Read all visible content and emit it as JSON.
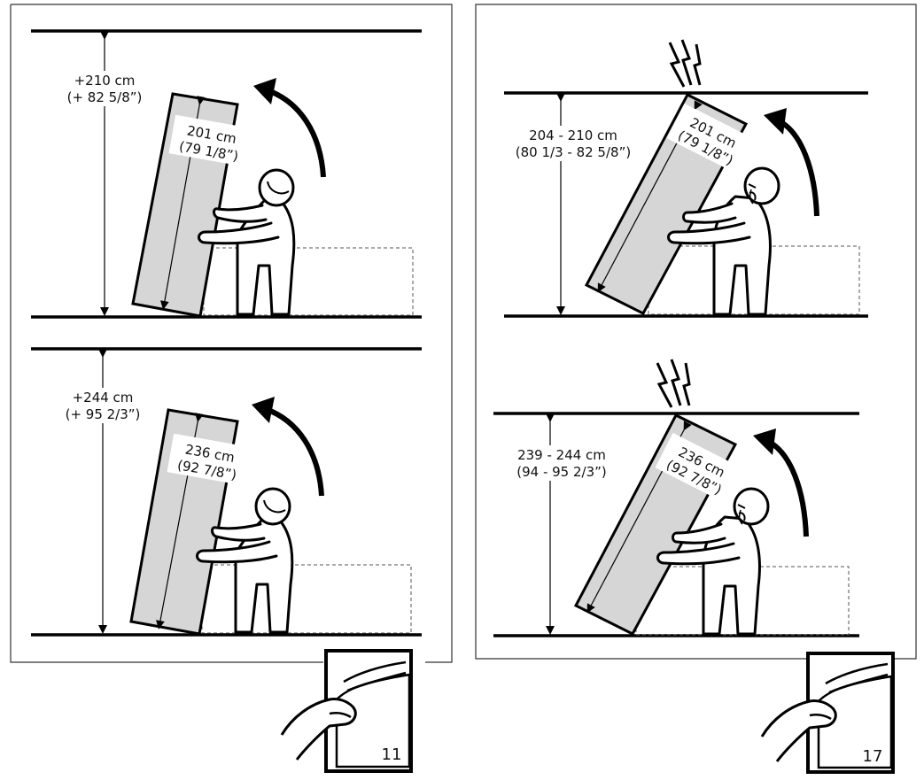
{
  "left_panel": {
    "top_scene": {
      "ceiling_height": "+210 cm",
      "ceiling_height_in": "(+ 82 5/8”)",
      "board_length": "201 cm",
      "board_length_in": "(79 1/8”)"
    },
    "bottom_scene": {
      "ceiling_height": "+244 cm",
      "ceiling_height_in": "(+ 95 2/3”)",
      "board_length": "236 cm",
      "board_length_in": "(92 7/8”)"
    },
    "page_reference": "11"
  },
  "right_panel": {
    "top_scene": {
      "ceiling_height": "204 - 210 cm",
      "ceiling_height_in": "(80 1/3 - 82 5/8”)",
      "board_length": "201 cm",
      "board_length_in": "(79 1/8”)"
    },
    "bottom_scene": {
      "ceiling_height": "239 - 244 cm",
      "ceiling_height_in": "(94 - 95 2/3”)",
      "board_length": "236 cm",
      "board_length_in": "(92 7/8”)"
    },
    "page_reference": "17"
  },
  "icons": {
    "rotation_arrow": "curved-arrow-icon",
    "impact": "lightning-icon",
    "page_turn": "page-turn-hand-icon"
  }
}
